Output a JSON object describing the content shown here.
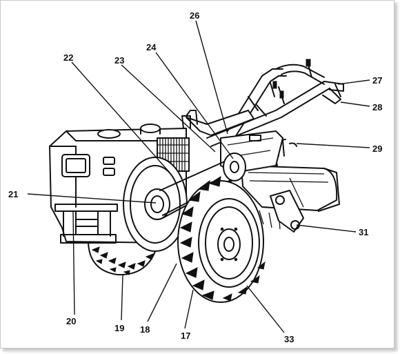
{
  "diagram": {
    "callouts": [
      {
        "id": "callout-26",
        "label": "26"
      },
      {
        "id": "callout-22",
        "label": "22"
      },
      {
        "id": "callout-23",
        "label": "23"
      },
      {
        "id": "callout-24",
        "label": "24"
      },
      {
        "id": "callout-27",
        "label": "27"
      },
      {
        "id": "callout-28",
        "label": "28"
      },
      {
        "id": "callout-29",
        "label": "29"
      },
      {
        "id": "callout-21",
        "label": "21"
      },
      {
        "id": "callout-31",
        "label": "31"
      },
      {
        "id": "callout-20",
        "label": "20"
      },
      {
        "id": "callout-19",
        "label": "19"
      },
      {
        "id": "callout-18",
        "label": "18"
      },
      {
        "id": "callout-17",
        "label": "17"
      },
      {
        "id": "callout-33",
        "label": "33"
      }
    ]
  }
}
